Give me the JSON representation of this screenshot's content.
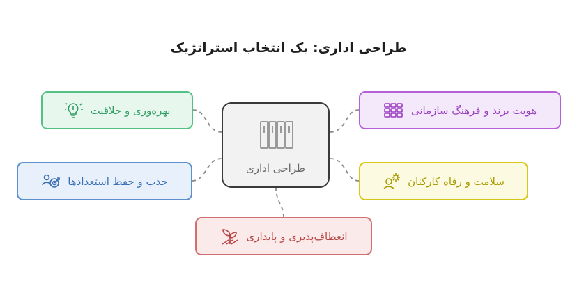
{
  "title": "طراحی اداری: یک انتخاب استراتژیک",
  "center": {
    "label": "طراحی اداری",
    "icon": "office-building-icon"
  },
  "nodes": [
    {
      "label": "هویت برند و فرهنگ سازمانی",
      "icon": "hexagon-grid-icon",
      "color": "#b560d8"
    },
    {
      "label": "سلامت و رفاه کارکنان",
      "icon": "person-gear-icon",
      "color": "#d8c61a"
    },
    {
      "label": "انعطاف‌پذیری و پایداری",
      "icon": "sprout-icon",
      "color": "#d27070"
    },
    {
      "label": "جذب و حفظ استعدادها",
      "icon": "people-target-icon",
      "color": "#5c8fd0"
    },
    {
      "label": "بهره‌وری و خلاقیت",
      "icon": "lightbulb-icon",
      "color": "#54c184"
    }
  ]
}
